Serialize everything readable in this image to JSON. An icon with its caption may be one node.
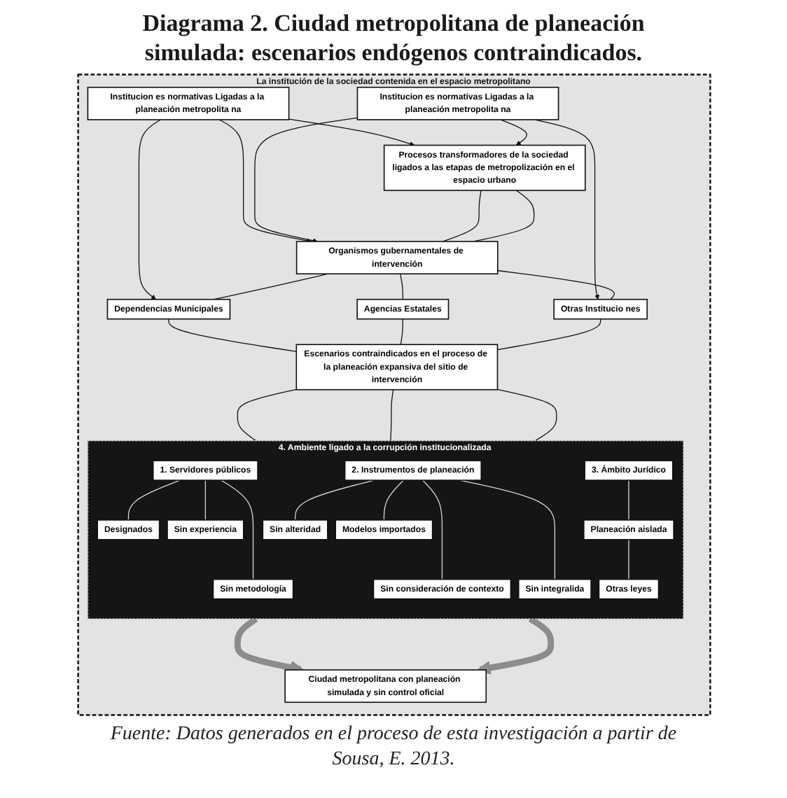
{
  "diagram": {
    "title": "Diagrama 2. Ciudad metropolitana de planeación simulada: escenarios endógenos contraindicados.",
    "caption": "Fuente: Datos generados en el proceso de esta investigación a partir de Sousa, E. 2013.",
    "nodes": [
      {
        "text": [
          "La institución de la sociedad contenida en el espacio metropolitano"
        ]
      },
      {
        "text": [
          "Institucion es normativas Ligadas a la planeación metropolita na"
        ],
        "in": 0
      },
      {
        "text": [
          "Procesos transformadores de la sociedad ligados a las etapas de metropolización en el espacio urbano"
        ],
        "in": 0
      },
      {
        "text": [
          "Institucion es normativas Ligadas a la planeación metropolita na"
        ],
        "in": 0
      },
      {
        "text": [
          "Organismos gubernamentales de intervención"
        ],
        "in": 0
      },
      {
        "text": [
          "Dependencias Municipales"
        ],
        "in": 0
      },
      {
        "text": [
          "Agencias Estatales"
        ],
        "in": 0
      },
      {
        "text": [
          "Otras Institucio nes"
        ],
        "in": 0
      },
      {
        "text": [
          "Escenarios contraindicados en el proceso de la planeación expansiva del sitio de intervención"
        ],
        "in": 0
      },
      {
        "text": [
          "4. Ambiente ligado a la corrupción institucionalizada"
        ],
        "in": 0
      },
      {
        "text": [
          "1. Servidores públicos"
        ],
        "in": 9
      },
      {
        "text": [
          "2. Instrumentos de planeación"
        ],
        "in": 9
      },
      {
        "text": [
          "3. Ámbito Jurídico"
        ],
        "in": 9
      },
      {
        "text": [
          "Designados"
        ],
        "in": 9
      },
      {
        "text": [
          "Sin experiencia"
        ],
        "in": 9
      },
      {
        "text": [
          "Sin alteridad"
        ],
        "in": 9
      },
      {
        "text": [
          "Modelos importados"
        ],
        "in": 9
      },
      {
        "text": [
          "Planeación aislada"
        ],
        "in": 9
      },
      {
        "text": [
          "Sin metodología"
        ],
        "in": 9
      },
      {
        "text": [
          "Sin consideración de contexto"
        ],
        "in": 9
      },
      {
        "text": [
          "Sin integralida"
        ],
        "in": 9
      },
      {
        "text": [
          "Otras leyes"
        ],
        "in": 9
      },
      {
        "text": [
          "Ciudad metropolitana con planeación simulada y sin control oficial"
        ],
        "in": 0
      }
    ],
    "edges": [
      {
        "from": 1,
        "to": 2,
        "arrow": "to"
      },
      {
        "from": 1,
        "to": 4,
        "arrow": "to"
      },
      {
        "from": 1,
        "to": 5,
        "arrow": "to"
      },
      {
        "from": 3,
        "to": 2,
        "arrow": "to"
      },
      {
        "from": 3,
        "to": 4,
        "arrow": "to"
      },
      {
        "from": 3,
        "to": 7,
        "arrow": "to"
      },
      {
        "from": 2,
        "to": 4,
        "arrow": "none"
      },
      {
        "from": 2,
        "to": 4,
        "arrow": "none"
      },
      {
        "from": 4,
        "to": 5,
        "arrow": "none"
      },
      {
        "from": 4,
        "to": 6,
        "arrow": "none"
      },
      {
        "from": 4,
        "to": 7,
        "arrow": "none"
      },
      {
        "from": 5,
        "to": 8,
        "arrow": "none"
      },
      {
        "from": 6,
        "to": 8,
        "arrow": "none"
      },
      {
        "from": 7,
        "to": 8,
        "arrow": "none"
      },
      {
        "from": 8,
        "to": 9,
        "arrow": "none"
      },
      {
        "from": 8,
        "to": 9,
        "arrow": "none"
      },
      {
        "from": 8,
        "to": 9,
        "arrow": "none"
      },
      {
        "from": 10,
        "to": 13,
        "arrow": "none",
        "color": "#d9d9d9"
      },
      {
        "from": 10,
        "to": 14,
        "arrow": "none",
        "color": "#d9d9d9"
      },
      {
        "from": 10,
        "to": 18,
        "arrow": "none",
        "color": "#d9d9d9"
      },
      {
        "from": 11,
        "to": 15,
        "arrow": "none",
        "color": "#d9d9d9"
      },
      {
        "from": 11,
        "to": 16,
        "arrow": "none",
        "color": "#d9d9d9"
      },
      {
        "from": 11,
        "to": 19,
        "arrow": "none",
        "color": "#d9d9d9"
      },
      {
        "from": 11,
        "to": 20,
        "arrow": "none",
        "color": "#d9d9d9"
      },
      {
        "from": 12,
        "to": 17,
        "arrow": "none",
        "color": "#d9d9d9"
      },
      {
        "from": 17,
        "to": 21,
        "arrow": "none",
        "color": "#d9d9d9"
      },
      {
        "from": 9,
        "to": 22,
        "arrow": "to",
        "style": "thick",
        "color": "#8c8c8c"
      },
      {
        "from": 9,
        "to": 22,
        "arrow": "to",
        "style": "thick",
        "color": "#8c8c8c"
      }
    ]
  }
}
